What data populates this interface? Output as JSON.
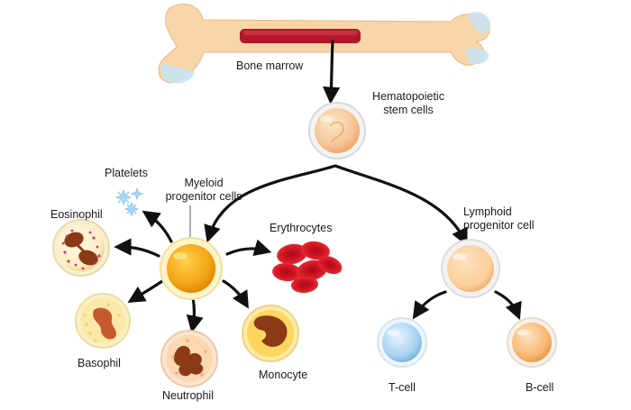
{
  "labels": {
    "bone_marrow": "Bone marrow",
    "hsc_line1": "Hematopoietic",
    "hsc_line2": "stem cells",
    "myeloid_line1": "Myeloid",
    "myeloid_line2": "progenitor cells",
    "lymphoid_line1": "Lymphoid",
    "lymphoid_line2": "progenitor cell",
    "platelets": "Platelets",
    "eosinophil": "Eosinophil",
    "erythrocytes": "Erythrocytes",
    "basophil": "Basophil",
    "neutrophil": "Neutrophil",
    "monocyte": "Monocyte",
    "t_cell": "T-cell",
    "b_cell": "B-cell"
  },
  "colors": {
    "bone": "#f8d6a8",
    "marrow": "#b3182a",
    "arrow": "#111111",
    "myeloid_core": "#f0a21a",
    "lymphoid_cell": "#fbcf9b",
    "t_cell": "#a9d3f0",
    "b_cell": "#f8b872",
    "erythrocyte": "#d6101f"
  }
}
